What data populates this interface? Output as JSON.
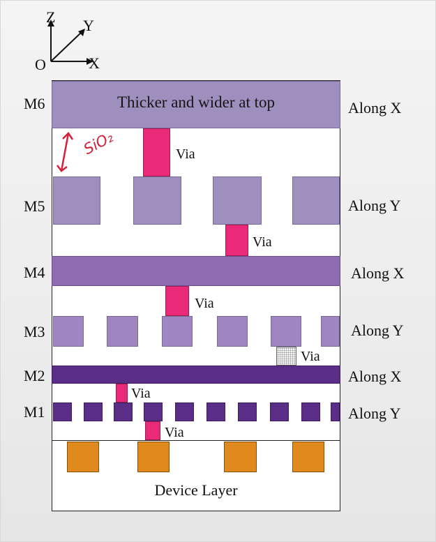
{
  "axes": {
    "z": "Z",
    "y": "Y",
    "x": "X",
    "origin": "O"
  },
  "layers": {
    "m6": "M6",
    "m5": "M5",
    "m4": "M4",
    "m3": "M3",
    "m2": "M2",
    "m1": "M1"
  },
  "directions": {
    "m6": "Along X",
    "m5": "Along Y",
    "m4": "Along X",
    "m3": "Along Y",
    "m2": "Along X",
    "m1": "Along Y"
  },
  "labels": {
    "m6_note": "Thicker and wider at top",
    "via": "Via",
    "device_layer": "Device Layer"
  },
  "annotation": {
    "text": "SiO₂"
  },
  "colors": {
    "metal_upper": "#9e8fbf",
    "metal_lower": "#5a2d86",
    "via": "#ea2a78",
    "device": "#e08a1e",
    "annotation": "#d3223a"
  }
}
